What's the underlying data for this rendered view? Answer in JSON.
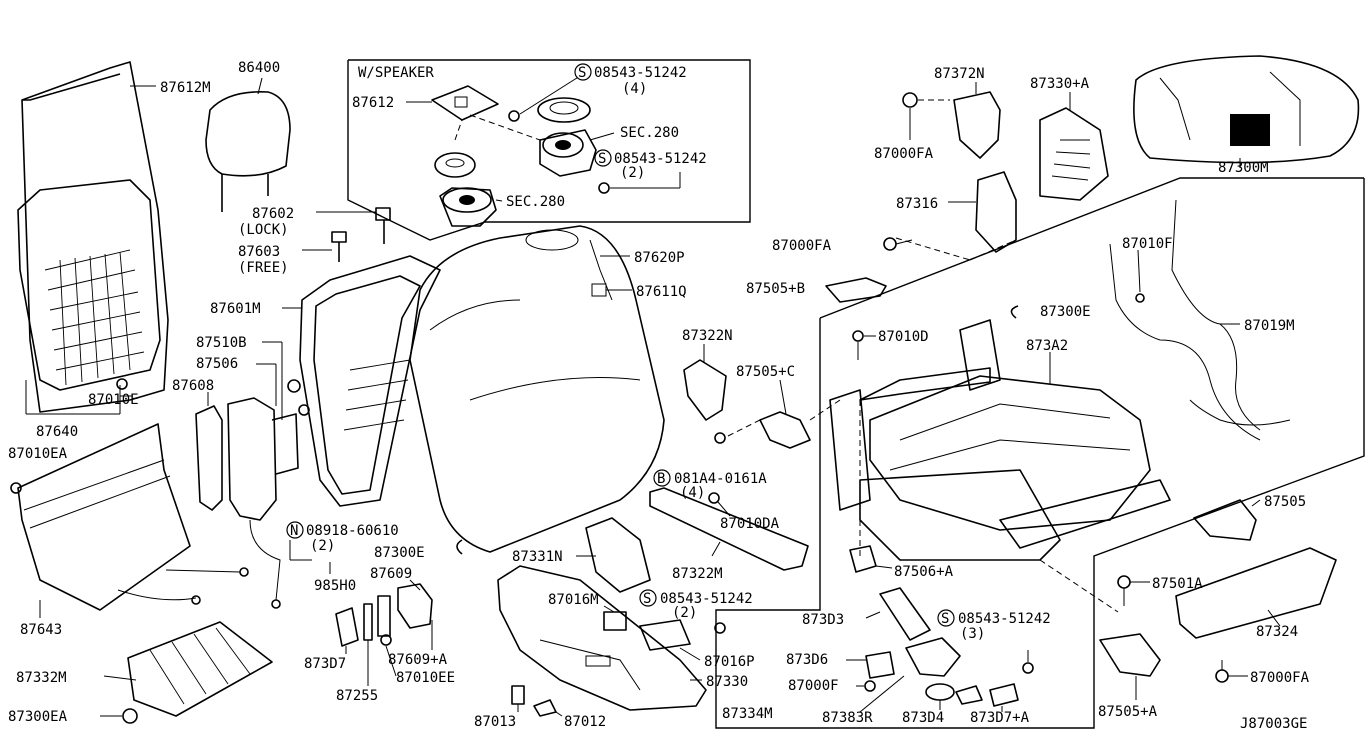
{
  "diagram_id": "J87003GE",
  "inset_label": "W/SPEAKER",
  "callouts": {
    "c87612M": "87612M",
    "c86400": "86400",
    "c87612": "87612",
    "c0854351242_a": "08543-51242",
    "c0854351242_a_qty": "(4)",
    "cSEC280_a": "SEC.280",
    "c0854351242_b": "08543-51242",
    "c0854351242_b_qty": "(2)",
    "cSEC280_b": "SEC.280",
    "c87372N": "87372N",
    "c87330A": "87330+A",
    "c87000FA_a": "87000FA",
    "c87300M": "87300M",
    "c87602": "87602",
    "c87602_sub": "(LOCK)",
    "c87603": "87603",
    "c87603_sub": "(FREE)",
    "c87316": "87316",
    "c87000FA_b": "87000FA",
    "c87620P": "87620P",
    "c87611Q": "87611Q",
    "c87505B": "87505+B",
    "c87010F": "87010F",
    "c87601M": "87601M",
    "c87300E_a": "87300E",
    "c87019M": "87019M",
    "c87010D": "87010D",
    "c873A2": "873A2",
    "c87322N": "87322N",
    "c87510B": "87510B",
    "c87506": "87506",
    "c87505C": "87505+C",
    "c87608": "87608",
    "c87010E": "87010E",
    "c87640": "87640",
    "c87010EA": "87010EA",
    "c081A40161A": "081A4-0161A",
    "c081A4_qty": "(4)",
    "c87010DA": "87010DA",
    "c87505": "87505",
    "c0891860610": "08918-60610",
    "c08918_qty": "(2)",
    "c87300E_b": "87300E",
    "c985H0": "985H0",
    "c87331N": "87331N",
    "c87322M": "87322M",
    "c87506A": "87506+A",
    "c87609": "87609",
    "c87501A": "87501A",
    "c87643": "87643",
    "c87016M": "87016M",
    "c0854351242_c": "08543-51242",
    "c0854351242_c_qty": "(2)",
    "c873D3": "873D3",
    "c0854351242_d": "08543-51242",
    "c0854351242_d_qty": "(3)",
    "c87324": "87324",
    "c87332M": "87332M",
    "c873D7": "873D7",
    "c87609A": "87609+A",
    "c87016P": "87016P",
    "c873D6": "873D6",
    "c87000FA_c": "87000FA",
    "c87255": "87255",
    "c87010EE": "87010EE",
    "c87330": "87330",
    "c87000F": "87000F",
    "c87300EA": "87300EA",
    "c87013": "87013",
    "c87012": "87012",
    "c87334M": "87334M",
    "c87383R": "87383R",
    "c873D4": "873D4",
    "c873D7A": "873D7+A",
    "c87505A": "87505+A"
  },
  "symbols": {
    "s_circle": "S",
    "b_circle": "B",
    "n_circle": "N"
  }
}
